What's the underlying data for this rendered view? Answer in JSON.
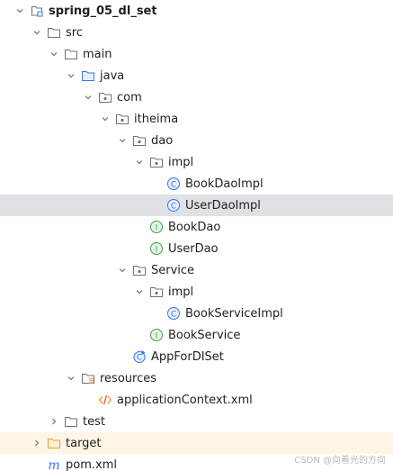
{
  "tree": [
    {
      "label": "spring_05_dl_set",
      "icon": "module-icon",
      "chevron": "down",
      "level": 0,
      "bold": true
    },
    {
      "label": "src",
      "icon": "folder-icon",
      "chevron": "down",
      "level": 1
    },
    {
      "label": "main",
      "icon": "folder-icon",
      "chevron": "down",
      "level": 2
    },
    {
      "label": "java",
      "icon": "source-root-folder-icon",
      "chevron": "down",
      "level": 3
    },
    {
      "label": "com",
      "icon": "package-icon",
      "chevron": "down",
      "level": 4
    },
    {
      "label": "itheima",
      "icon": "package-icon",
      "chevron": "down",
      "level": 5
    },
    {
      "label": "dao",
      "icon": "package-icon",
      "chevron": "down",
      "level": 6
    },
    {
      "label": "impl",
      "icon": "package-icon",
      "chevron": "down",
      "level": 7
    },
    {
      "label": "BookDaoImpl",
      "icon": "class-icon",
      "chevron": "none",
      "level": 8
    },
    {
      "label": "UserDaoImpl",
      "icon": "class-icon",
      "chevron": "none",
      "level": 8,
      "selected": true
    },
    {
      "label": "BookDao",
      "icon": "interface-icon",
      "chevron": "none",
      "level": 7
    },
    {
      "label": "UserDao",
      "icon": "interface-icon",
      "chevron": "none",
      "level": 7
    },
    {
      "label": "Service",
      "icon": "package-icon",
      "chevron": "down",
      "level": 6
    },
    {
      "label": "impl",
      "icon": "package-icon",
      "chevron": "down",
      "level": 7
    },
    {
      "label": "BookServiceImpl",
      "icon": "class-icon",
      "chevron": "none",
      "level": 8
    },
    {
      "label": "BookService",
      "icon": "interface-icon",
      "chevron": "none",
      "level": 7
    },
    {
      "label": "AppForDISet",
      "icon": "main-class-icon",
      "chevron": "none",
      "level": 6
    },
    {
      "label": "resources",
      "icon": "resources-folder-icon",
      "chevron": "down",
      "level": 3
    },
    {
      "label": "applicationContext.xml",
      "icon": "xml-file-icon",
      "chevron": "none",
      "level": 4
    },
    {
      "label": "test",
      "icon": "folder-icon",
      "chevron": "right",
      "level": 2
    },
    {
      "label": "target",
      "icon": "excluded-folder-icon",
      "chevron": "right",
      "level": 1,
      "highlight": true
    },
    {
      "label": "pom.xml",
      "icon": "maven-file-icon",
      "chevron": "none",
      "level": 1
    }
  ],
  "watermark": "CSDN @向着光的方向",
  "colors": {
    "selected": "#dfe1e5",
    "highlight": "#fdf5e6",
    "class": "#3574f0",
    "interface": "#43a047",
    "folder": "#6c707e",
    "source_root": "#3574f0",
    "excluded": "#e5a13b"
  }
}
